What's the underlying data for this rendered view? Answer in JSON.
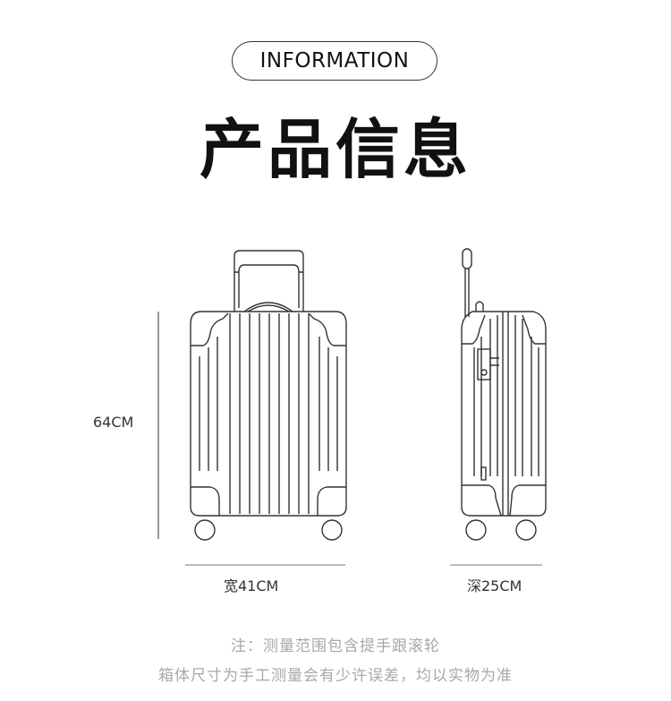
{
  "header": {
    "badge": "INFORMATION",
    "title": "产品信息"
  },
  "dimensions": {
    "height": "64CM",
    "width": "宽41CM",
    "depth": "深25CM"
  },
  "notes": {
    "line1": "注：测量范围包含提手跟滚轮",
    "line2": "箱体尺寸为手工测量会有少许误差，均以实物为准"
  },
  "colors": {
    "text": "#111111",
    "line": "#999999",
    "note": "#a8a8a8"
  }
}
